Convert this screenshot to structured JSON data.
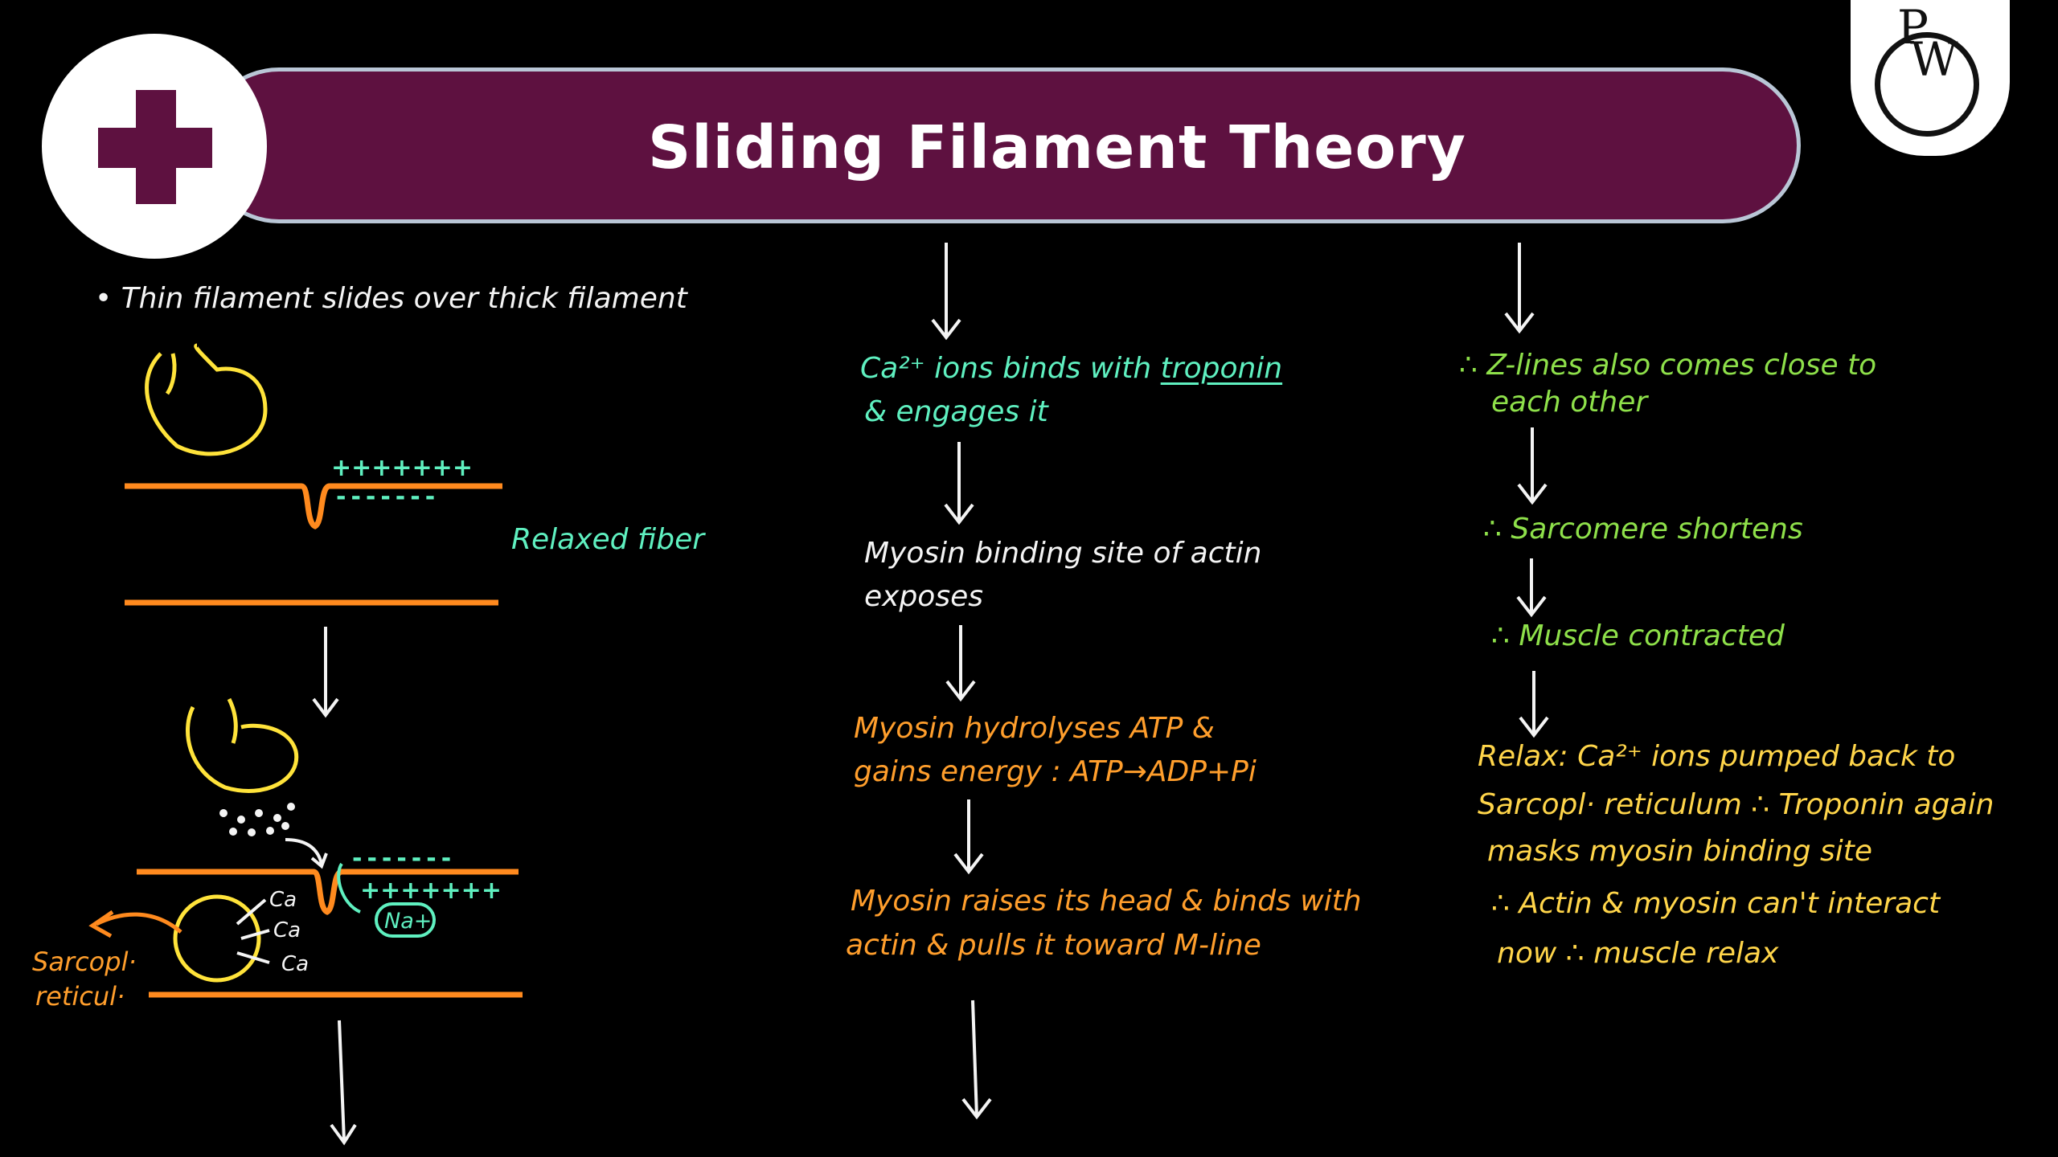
{
  "header": {
    "title": "Sliding Filament Theory",
    "logo_text": "PW",
    "logo_letters": [
      "P",
      "W"
    ],
    "cross_icon": "medical-cross-icon",
    "colors": {
      "banner": "#5e1140",
      "banner_border": "#b9c6d6",
      "background": "#000000"
    }
  },
  "left": {
    "bullet": "Thin filament slides over thick filament",
    "relaxed_label": "Relaxed fiber",
    "membrane_top_charges": "+++++++",
    "membrane_bottom_charges": "-------",
    "stim_top_charges": "-------",
    "stim_bottom_charges": "+++++++",
    "na_label": "Na+",
    "ca_labels": [
      "Ca",
      "Ca",
      "Ca"
    ],
    "sr_label_line1": "Sarcopl·",
    "sr_label_line2": "reticul·"
  },
  "middle": {
    "step1_line1": "Ca²⁺ ions binds with ",
    "step1_troponin": "troponin",
    "step1_line2": "& engages it",
    "step2_line1": "Myosin binding site of actin",
    "step2_line2": "exposes",
    "step3_line1": "Myosin hydrolyses ATP &",
    "step3_line2": "gains energy : ATP→ADP+Pi",
    "step4_line1": "Myosin raises its head & binds with",
    "step4_line2": "actin & pulls it toward M-line"
  },
  "right": {
    "step1_line1": "∴ Z-lines also comes close to",
    "step1_line2": "each other",
    "step2": "∴ Sarcomere shortens",
    "step3": "∴ Muscle contracted",
    "relax_line1": "Relax: Ca²⁺ ions pumped back to",
    "relax_line2": "Sarcopl· reticulum ∴ Troponin again",
    "relax_line3": "masks myosin binding site",
    "relax_line4": "∴ Actin & myosin can't interact",
    "relax_line5": "now ∴ muscle relax"
  }
}
